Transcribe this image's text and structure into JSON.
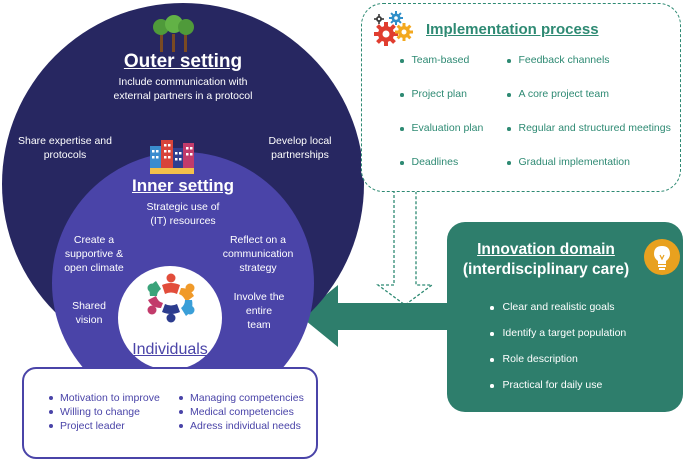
{
  "outer": {
    "title": "Outer setting",
    "top_line1": "Include communication with",
    "top_line2": "external partners in a protocol",
    "left_line1": "Share expertise and",
    "left_line2": "protocols",
    "right_line1": "Develop local",
    "right_line2": "partnerships"
  },
  "inner": {
    "title": "Inner setting",
    "top_line1": "Strategic use of",
    "top_line2": "(IT) resources",
    "left1_line1": "Create a",
    "left1_line2": "supportive &",
    "left1_line3": "open climate",
    "left2_line1": "Shared",
    "left2_line2": "vision",
    "right1_line1": "Reflect on a",
    "right1_line2": "communication",
    "right1_line3": "strategy",
    "right2_line1": "Involve the",
    "right2_line2": "entire",
    "right2_line3": "team"
  },
  "individuals": {
    "title": "Individuals",
    "col1": [
      "Motivation to improve",
      "Willing to change",
      "Project leader"
    ],
    "col2": [
      "Managing competencies",
      "Medical competencies",
      "Adress individual needs"
    ]
  },
  "implementation": {
    "title": "Implementation process",
    "col1": [
      "Team-based",
      "Project plan",
      "Evaluation plan",
      "Deadlines"
    ],
    "col2": [
      "Feedback channels",
      "A core project team",
      "Regular and structured meetings",
      "Gradual implementation"
    ]
  },
  "innovation": {
    "title_line1": "Innovation domain",
    "title_line2": "(interdisciplinary care)",
    "items": [
      "Clear and realistic goals",
      "Identify a target population",
      "Role description",
      "Practical for daily use"
    ]
  },
  "colors": {
    "outer": "#272761",
    "inner": "#4a44a8",
    "teal": "#2e8a73",
    "teal_dark": "#2e7e6c",
    "bulb": "#e8a11f"
  },
  "icons": [
    "trees-icon",
    "buildings-icon",
    "people-circle-icon",
    "gears-icon",
    "lightbulb-icon",
    "dashed-arrow",
    "solid-arrow"
  ]
}
